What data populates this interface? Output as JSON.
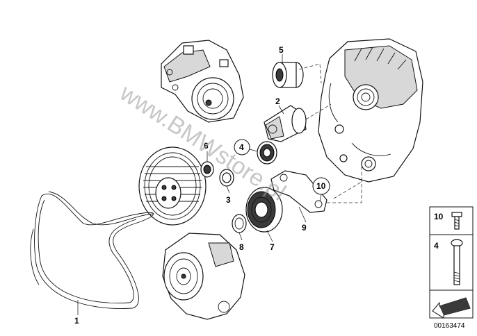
{
  "diagram": {
    "callouts": [
      {
        "id": "1",
        "label": "1"
      },
      {
        "id": "2",
        "label": "2"
      },
      {
        "id": "3",
        "label": "3"
      },
      {
        "id": "4",
        "label": "4"
      },
      {
        "id": "5",
        "label": "5"
      },
      {
        "id": "6",
        "label": "6"
      },
      {
        "id": "7",
        "label": "7"
      },
      {
        "id": "8",
        "label": "8"
      },
      {
        "id": "9",
        "label": "9"
      },
      {
        "id": "10",
        "label": "10"
      }
    ],
    "watermark": "www.BMWstore.pl",
    "legend": {
      "items": [
        {
          "label": "10",
          "icon": "flange-bolt-icon"
        },
        {
          "label": "4",
          "icon": "long-bolt-icon"
        }
      ],
      "arrow_icon": "direction-arrow-icon"
    },
    "document_number": "00163474"
  }
}
